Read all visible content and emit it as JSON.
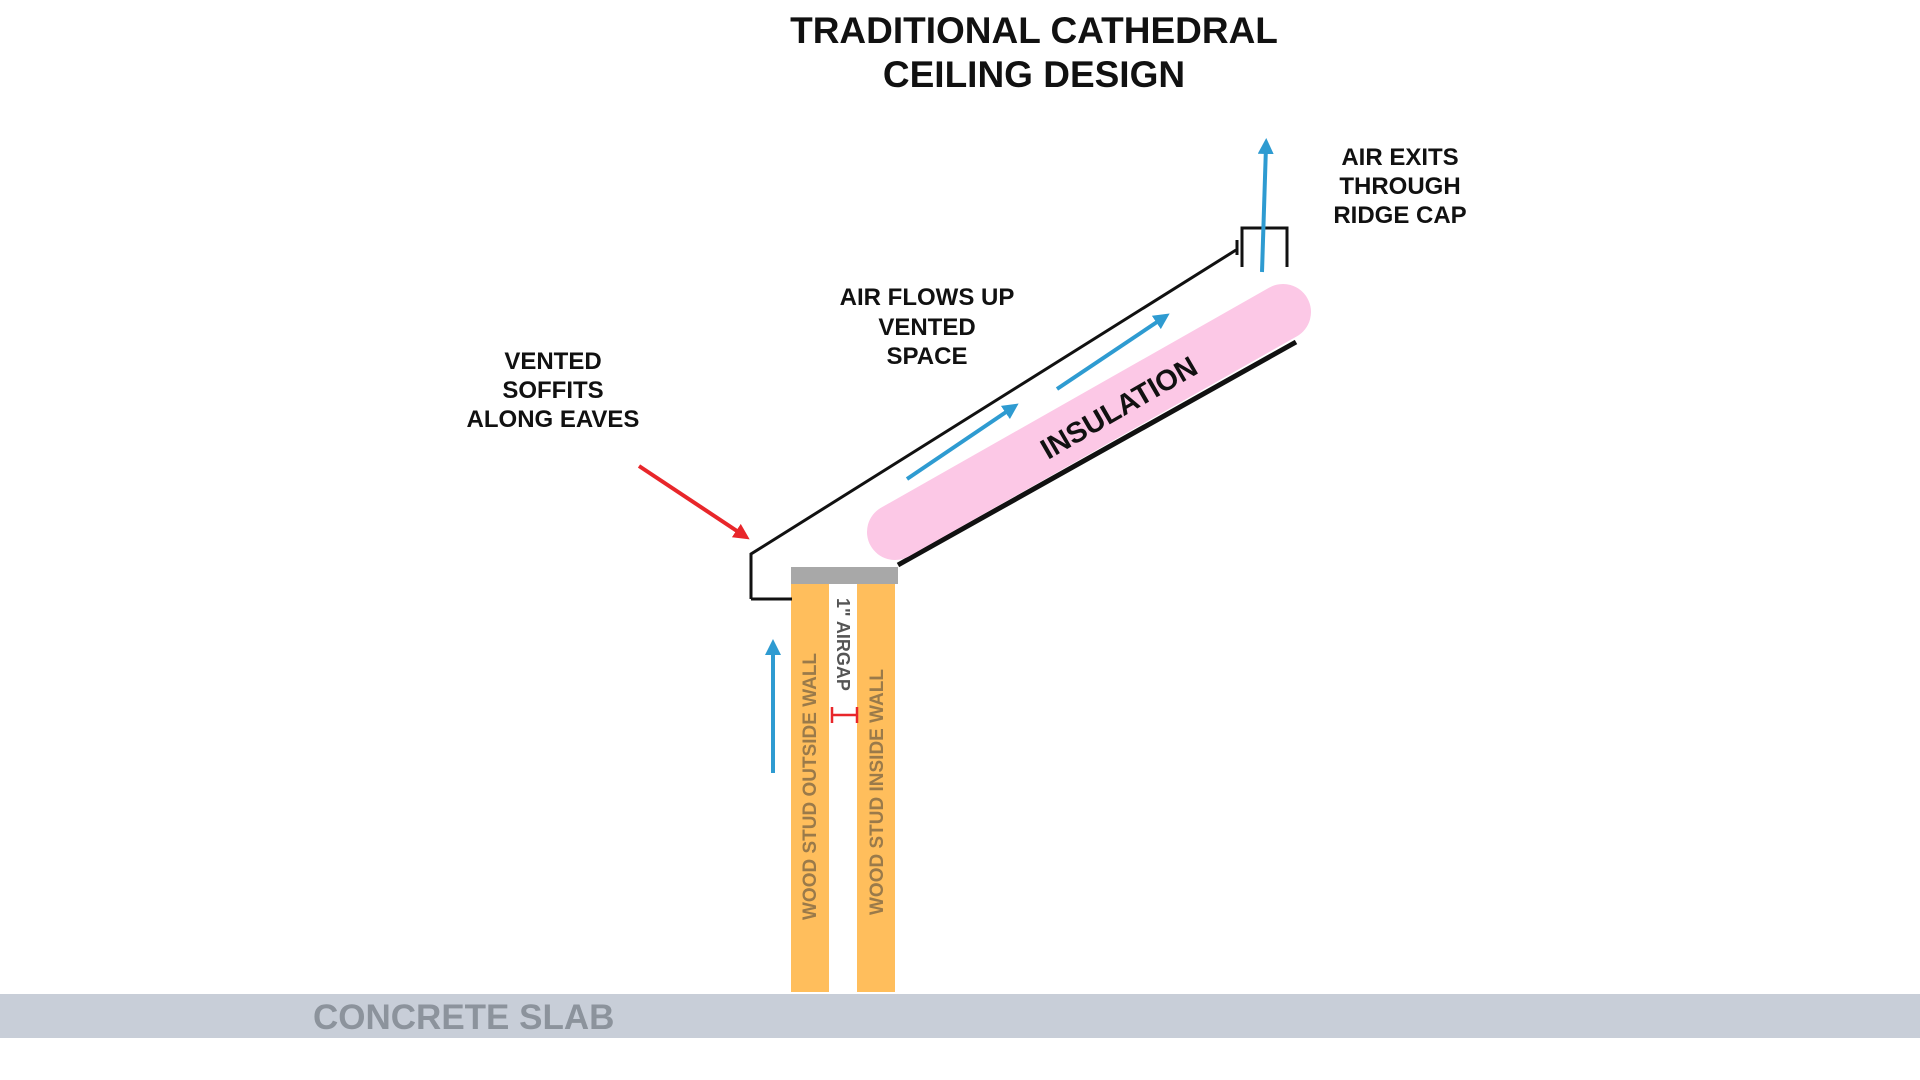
{
  "title": {
    "line1": "TRADITIONAL CATHEDRAL",
    "line2": "CEILING DESIGN"
  },
  "labels": {
    "vented_soffits": [
      "VENTED",
      "SOFFITS",
      "ALONG EAVES"
    ],
    "air_flows": [
      "AIR FLOWS UP",
      "VENTED",
      "SPACE"
    ],
    "air_exits": [
      "AIR EXITS",
      "THROUGH",
      "RIDGE CAP"
    ],
    "insulation": "INSULATION",
    "outside_wall": "WOOD STUD OUTSIDE WALL",
    "inside_wall": "WOOD STUD INSIDE WALL",
    "airgap": "1\" AIRGAP",
    "concrete_slab": "CONCRETE SLAB"
  },
  "colors": {
    "airflow_arrow": "#2e9bd1",
    "soffit_arrow": "#e8262a",
    "insulation": "#fcc8e6",
    "wood_stud": "#ffbe5c",
    "top_plate": "#a8a8a8",
    "slab": "#c8ced8",
    "outline": "#111111"
  }
}
